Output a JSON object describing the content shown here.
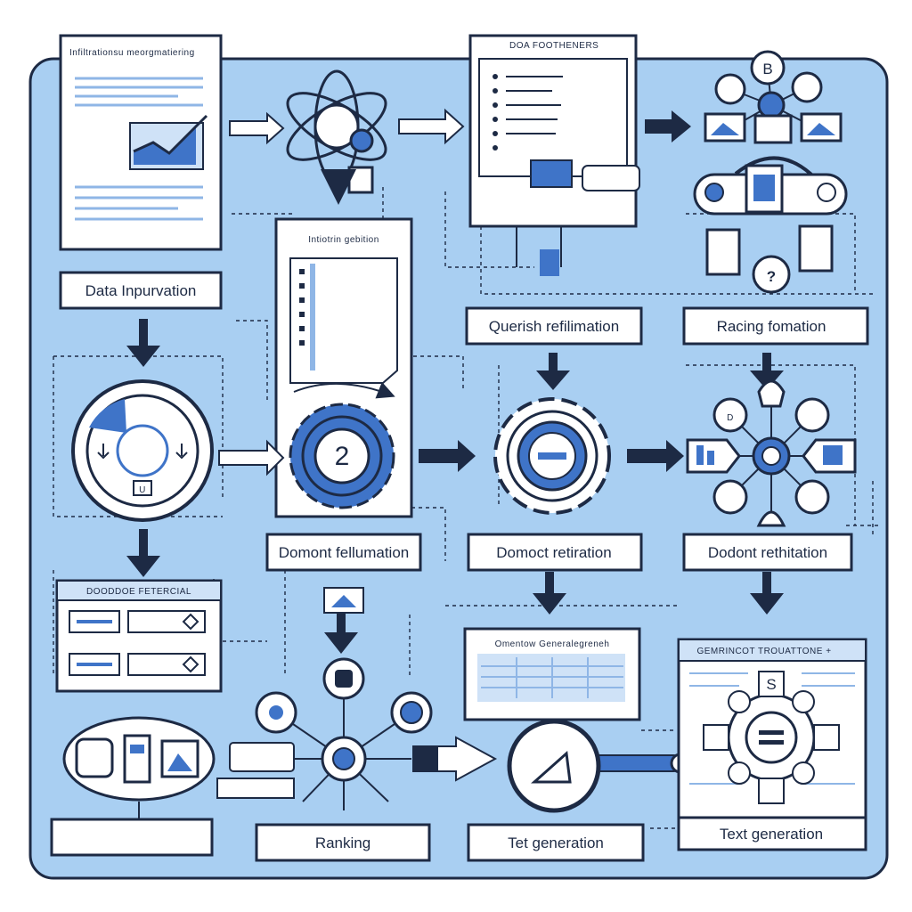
{
  "labels": {
    "data_impuration": "Data Inpurvation",
    "querish_refilimation": "Querish refilimation",
    "racing_fomation": "Racing fomation",
    "domont_fellumation": "Domont fellumation",
    "domoct_retiration": "Domoct retiration",
    "dodont_rethitation": "Dodont rethitation",
    "ranking": "Ranking",
    "tet_generation": "Tet generation",
    "text_generation": "Text generation"
  },
  "small_titles": {
    "document_top_left": "Infiltrationsu meorgmatiering",
    "doc_top_center": "DOA FOOTHENERS",
    "doc_middle": "Intiotrin gebition",
    "panel_left": "DOODDOE FETERCIAL",
    "panel_center": "Omentow Generalegreneh",
    "panel_right": "GEMRINCOT TROUATTONE +"
  },
  "glyphs": {
    "gear_center": "2",
    "circle_top": "B",
    "question": "?",
    "s_box": "S",
    "d_box": "D",
    "u_box": "U"
  },
  "colors": {
    "background": "#a9cff2",
    "card": "#ffffff",
    "stroke": "#1d2a44",
    "accent": "#3f74c8",
    "accent_light": "#8fb6e6"
  }
}
